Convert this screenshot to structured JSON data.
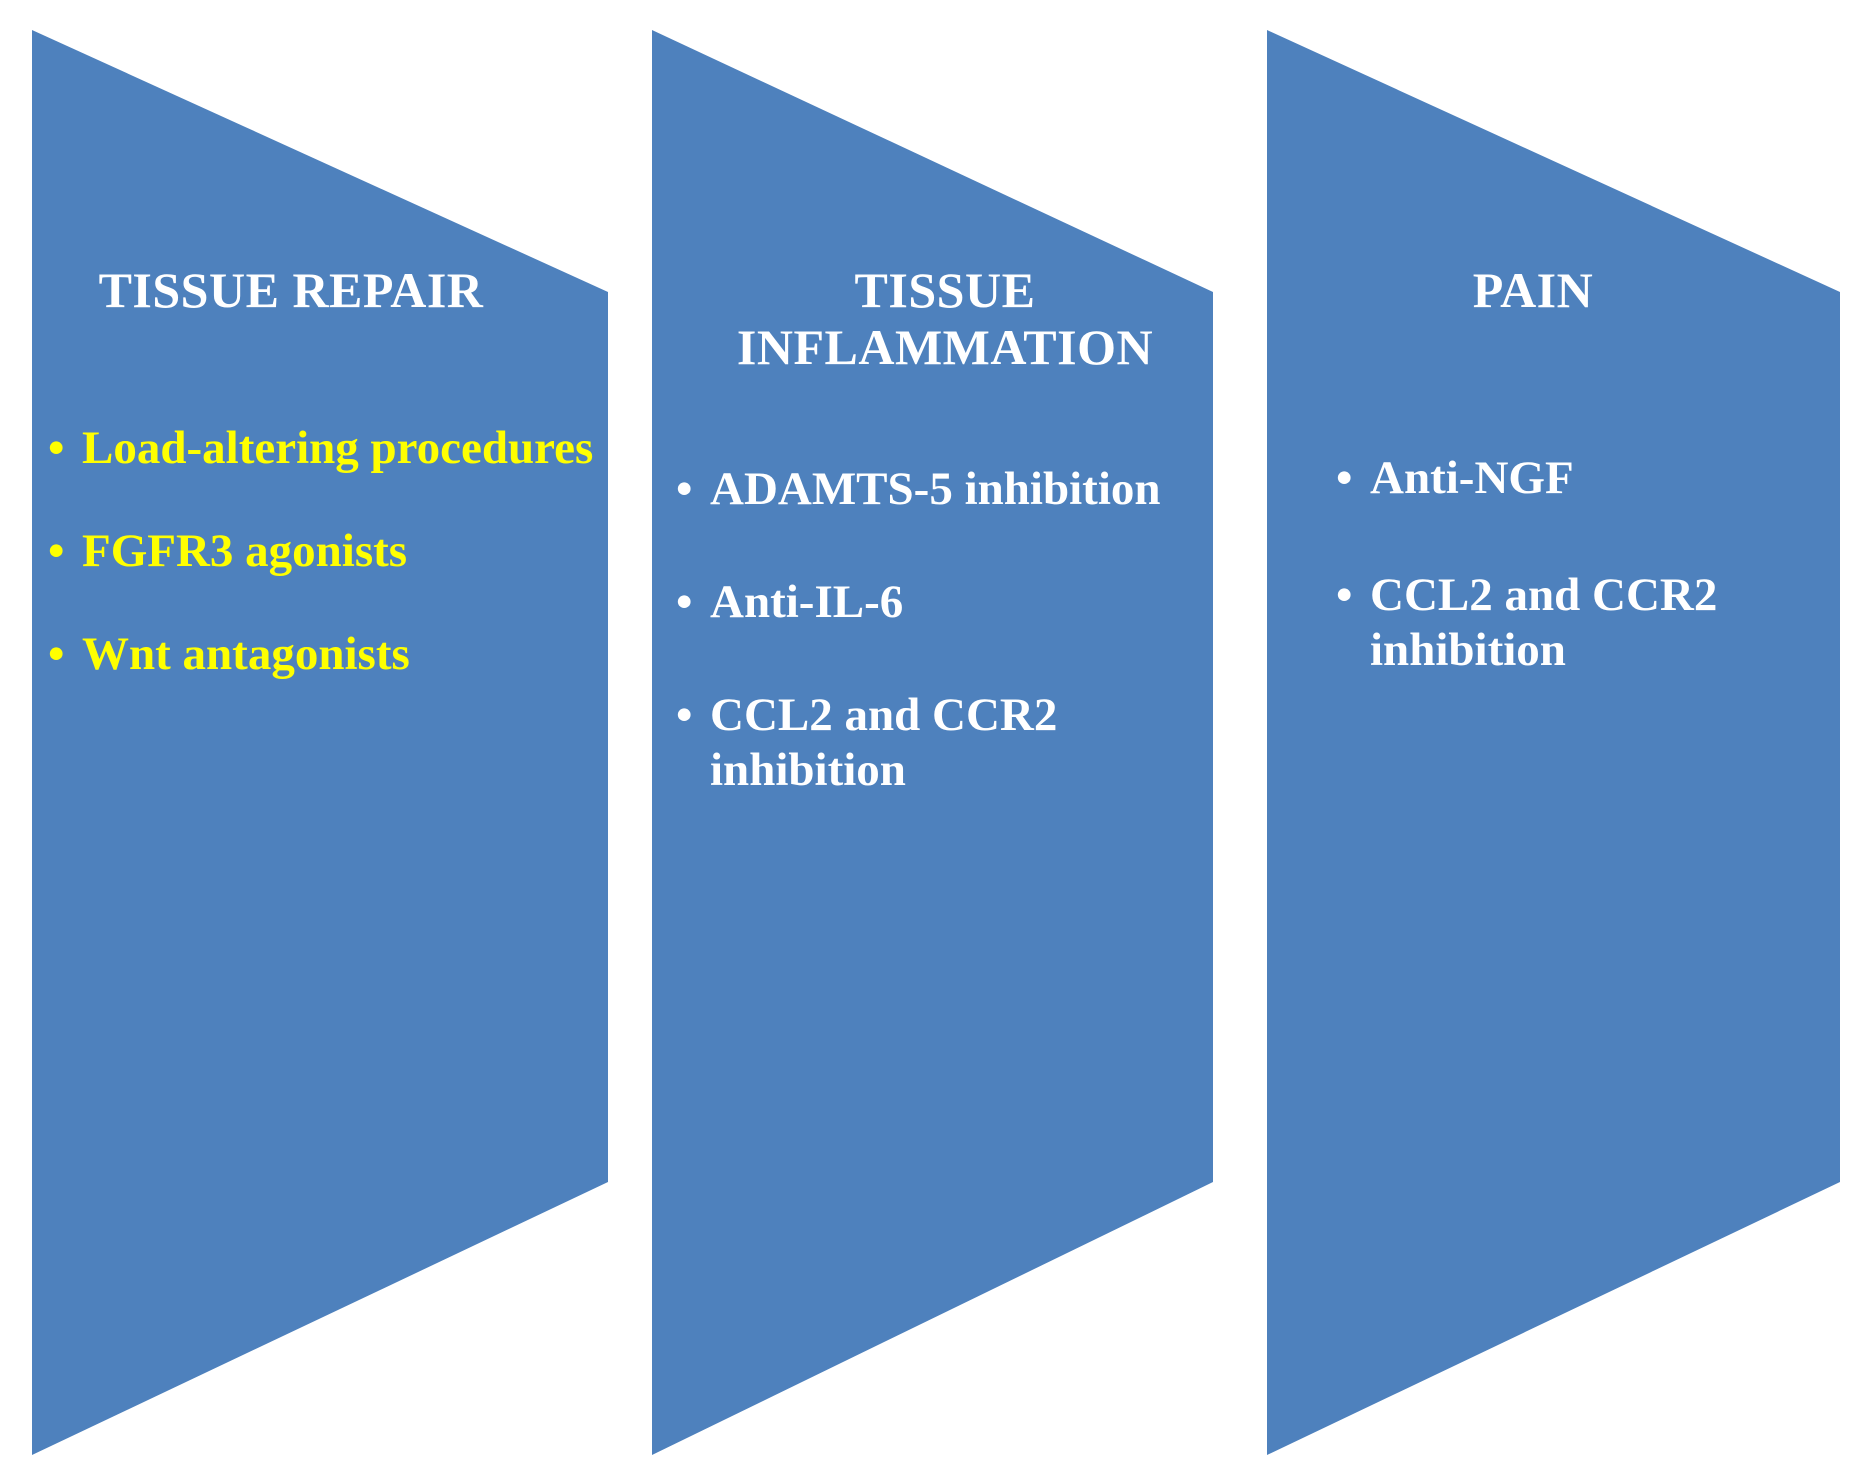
{
  "colors": {
    "panel_fill": "#4e81bd",
    "background": "#ffffff",
    "title_text": "#ffffff",
    "highlight_text": "#ffff00",
    "body_text": "#ffffff"
  },
  "panels": [
    {
      "id": "tissue-repair",
      "title": "TISSUE REPAIR",
      "text_color": "#ffff00",
      "bullet_char": "•",
      "bullets": [
        "Load-altering procedures",
        "FGFR3 agonists",
        "Wnt antagonists"
      ]
    },
    {
      "id": "tissue-inflammation",
      "title": "TISSUE\nINFLAMMATION",
      "text_color": "#ffffff",
      "bullet_char": "•",
      "bullets": [
        "ADAMTS-5 inhibition",
        "Anti-IL-6",
        "CCL2 and CCR2 inhibition"
      ]
    },
    {
      "id": "pain",
      "title": "PAIN",
      "text_color": "#ffffff",
      "bullet_char": "•",
      "bullets": [
        "Anti-NGF",
        "CCL2 and CCR2 inhibition"
      ]
    }
  ]
}
